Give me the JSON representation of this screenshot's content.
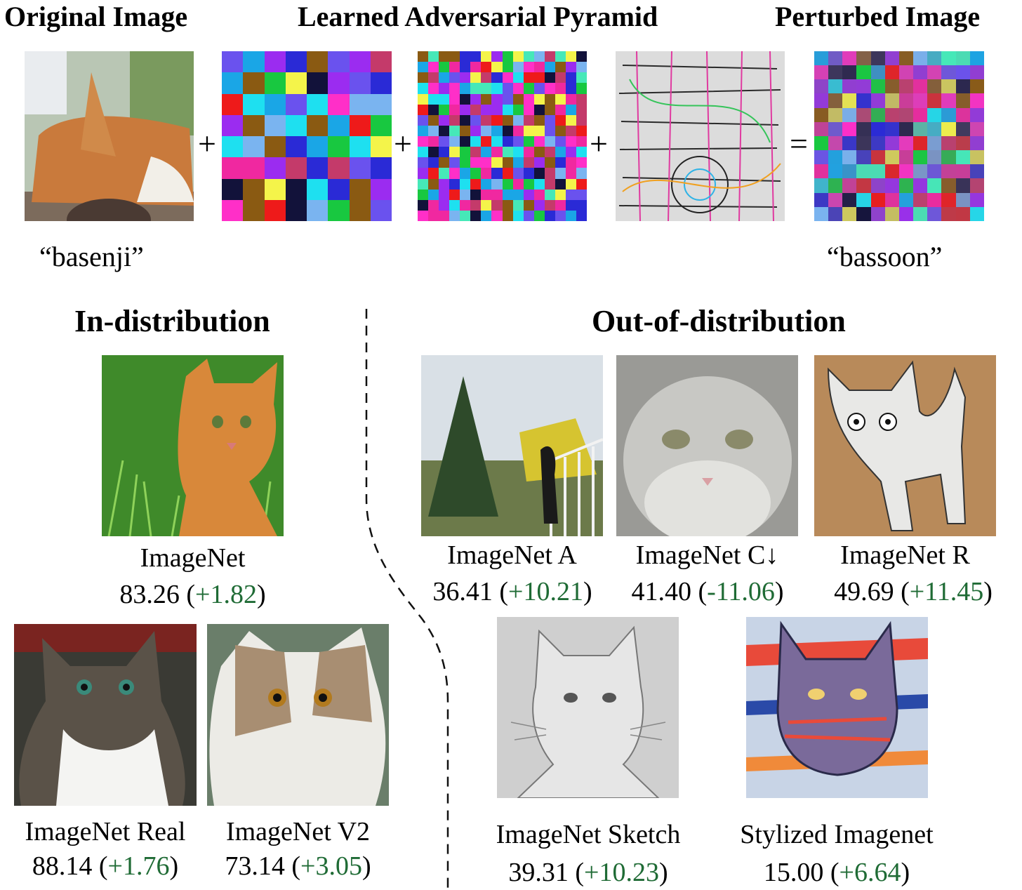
{
  "top": {
    "original_header": "Original Image",
    "pyramid_header": "Learned Adversarial Pyramid",
    "perturbed_header": "Perturbed Image",
    "original_label": "“basenji”",
    "perturbed_label": "“bassoon”",
    "ops": [
      "+",
      "+",
      "+",
      "="
    ]
  },
  "sections": {
    "in_dist": "In-distribution",
    "out_dist": "Out-of-distribution"
  },
  "datasets": {
    "imagenet": {
      "name": "ImageNet",
      "score": "83.26",
      "delta": "+1.82"
    },
    "imagenet_real": {
      "name": "ImageNet Real",
      "score": "88.14",
      "delta": "+1.76"
    },
    "imagenet_v2": {
      "name": "ImageNet V2",
      "score": "73.14",
      "delta": "+3.05"
    },
    "imagenet_a": {
      "name": "ImageNet A",
      "score": "36.41",
      "delta": "+10.21"
    },
    "imagenet_c": {
      "name": "ImageNet C↓",
      "score": "41.40",
      "delta": "-11.06"
    },
    "imagenet_r": {
      "name": "ImageNet R",
      "score": "49.69",
      "delta": "+11.45"
    },
    "imagenet_sketch": {
      "name": "ImageNet Sketch",
      "score": "39.31",
      "delta": "+10.23"
    },
    "stylized": {
      "name": "Stylized Imagenet",
      "score": "15.00",
      "delta": "+6.64"
    }
  },
  "colors": {
    "gain": "#1f6b35"
  }
}
